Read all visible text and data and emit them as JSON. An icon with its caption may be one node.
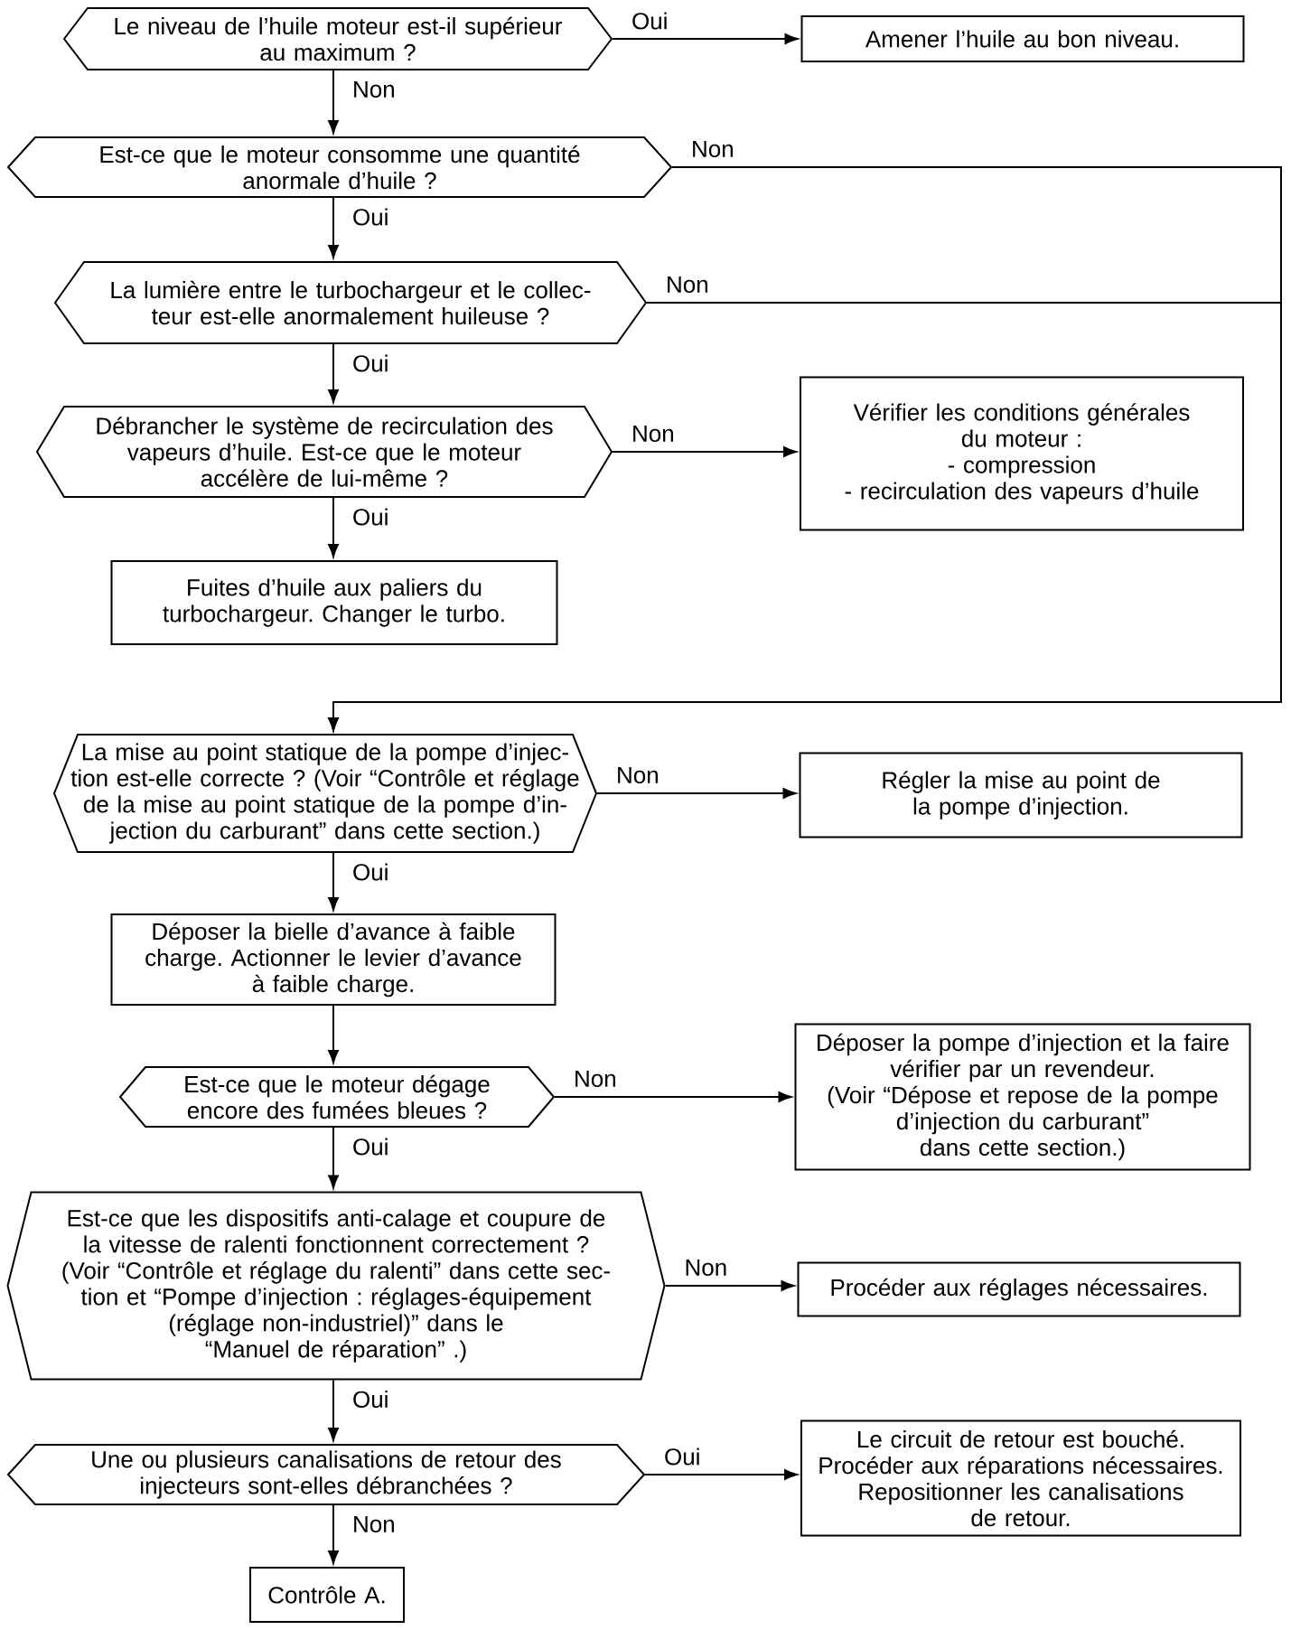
{
  "diagram": {
    "nodes": [
      {
        "text": [
          "Le niveau de l’huile moteur est-il supérieur au maximum ?"
        ]
      },
      {
        "text": [
          "Amener l’huile au bon niveau."
        ]
      },
      {
        "text": [
          "Est-ce que le moteur consomme une quantité anormale d’huile ?"
        ]
      },
      {
        "text": [
          "La lumière entre le turbochargeur et le collec- teur est-elle anormalement huileuse ?"
        ]
      },
      {
        "text": [
          "Débrancher le système de recirculation des vapeurs d’huile. Est-ce que le moteur accélère de lui-même ?"
        ]
      },
      {
        "text": [
          "Vérifier les conditions générales du moteur :",
          "- compression",
          "- recirculation des vapeurs d’huile"
        ]
      },
      {
        "text": [
          "Fuites d’huile aux paliers du turbochargeur. Changer le turbo."
        ]
      },
      {
        "text": [
          "La mise au point statique de la pompe d’injec- tion est-elle correcte ? (Voir “Contrôle et réglage de la mise au point statique de la pompe d’in- jection du carburant” dans cette section.)"
        ]
      },
      {
        "text": [
          "Régler la mise au point de la pompe d’injection."
        ]
      },
      {
        "text": [
          "Déposer la bielle d’avance à faible charge. Actionner le levier d’avance à faible charge."
        ]
      },
      {
        "text": [
          "Est-ce que le moteur dégage encore des fumées bleues ?"
        ]
      },
      {
        "text": [
          "Déposer la pompe d’injection et la faire vérifier par un revendeur.",
          "(Voir “Dépose et repose de la pompe d’injection du carburant” dans cette section.)"
        ]
      },
      {
        "text": [
          "Est-ce que les dispositifs anti-calage et coupure de la vitesse de ralenti fonctionnent correctement ?",
          "(Voir “Contrôle et réglage du ralenti” dans cette sec- tion et “Pompe d’injection : réglages-équipement (réglage non-industriel)” dans le “Manuel de réparation” .)"
        ]
      },
      {
        "text": [
          "Procéder aux réglages nécessaires."
        ]
      },
      {
        "text": [
          "Une ou plusieurs canalisations de retour des injecteurs sont-elles débranchées ?"
        ]
      },
      {
        "text": [
          "Le circuit de retour est bouché.",
          "Procéder aux réparations nécessaires.",
          "Repositionner les canalisations de retour."
        ]
      },
      {
        "text": [
          "Contrôle A."
        ]
      }
    ],
    "edges": [
      {
        "from": 0,
        "to": 1,
        "arrow": "to",
        "label": "Oui"
      },
      {
        "from": 0,
        "to": 2,
        "arrow": "to",
        "label": "Non"
      },
      {
        "from": 2,
        "to": 7,
        "arrow": "to",
        "label": "Non"
      },
      {
        "from": 2,
        "to": 3,
        "arrow": "to",
        "label": "Oui"
      },
      {
        "from": 3,
        "to": 7,
        "arrow": "to",
        "label": "Non"
      },
      {
        "from": 3,
        "to": 4,
        "arrow": "to",
        "label": "Oui"
      },
      {
        "from": 4,
        "to": 5,
        "arrow": "to",
        "label": "Non"
      },
      {
        "from": 4,
        "to": 6,
        "arrow": "to",
        "label": "Oui"
      },
      {
        "from": 7,
        "to": 8,
        "arrow": "to",
        "label": "Non"
      },
      {
        "from": 7,
        "to": 9,
        "arrow": "to",
        "label": "Oui"
      },
      {
        "from": 9,
        "to": 10,
        "arrow": "to"
      },
      {
        "from": 10,
        "to": 11,
        "arrow": "to",
        "label": "Non"
      },
      {
        "from": 10,
        "to": 12,
        "arrow": "to",
        "label": "Oui"
      },
      {
        "from": 12,
        "to": 13,
        "arrow": "to",
        "label": "Non"
      },
      {
        "from": 12,
        "to": 14,
        "arrow": "to",
        "label": "Oui"
      },
      {
        "from": 14,
        "to": 15,
        "arrow": "to",
        "label": "Oui"
      },
      {
        "from": 14,
        "to": 16,
        "arrow": "to",
        "label": "Non"
      }
    ]
  }
}
